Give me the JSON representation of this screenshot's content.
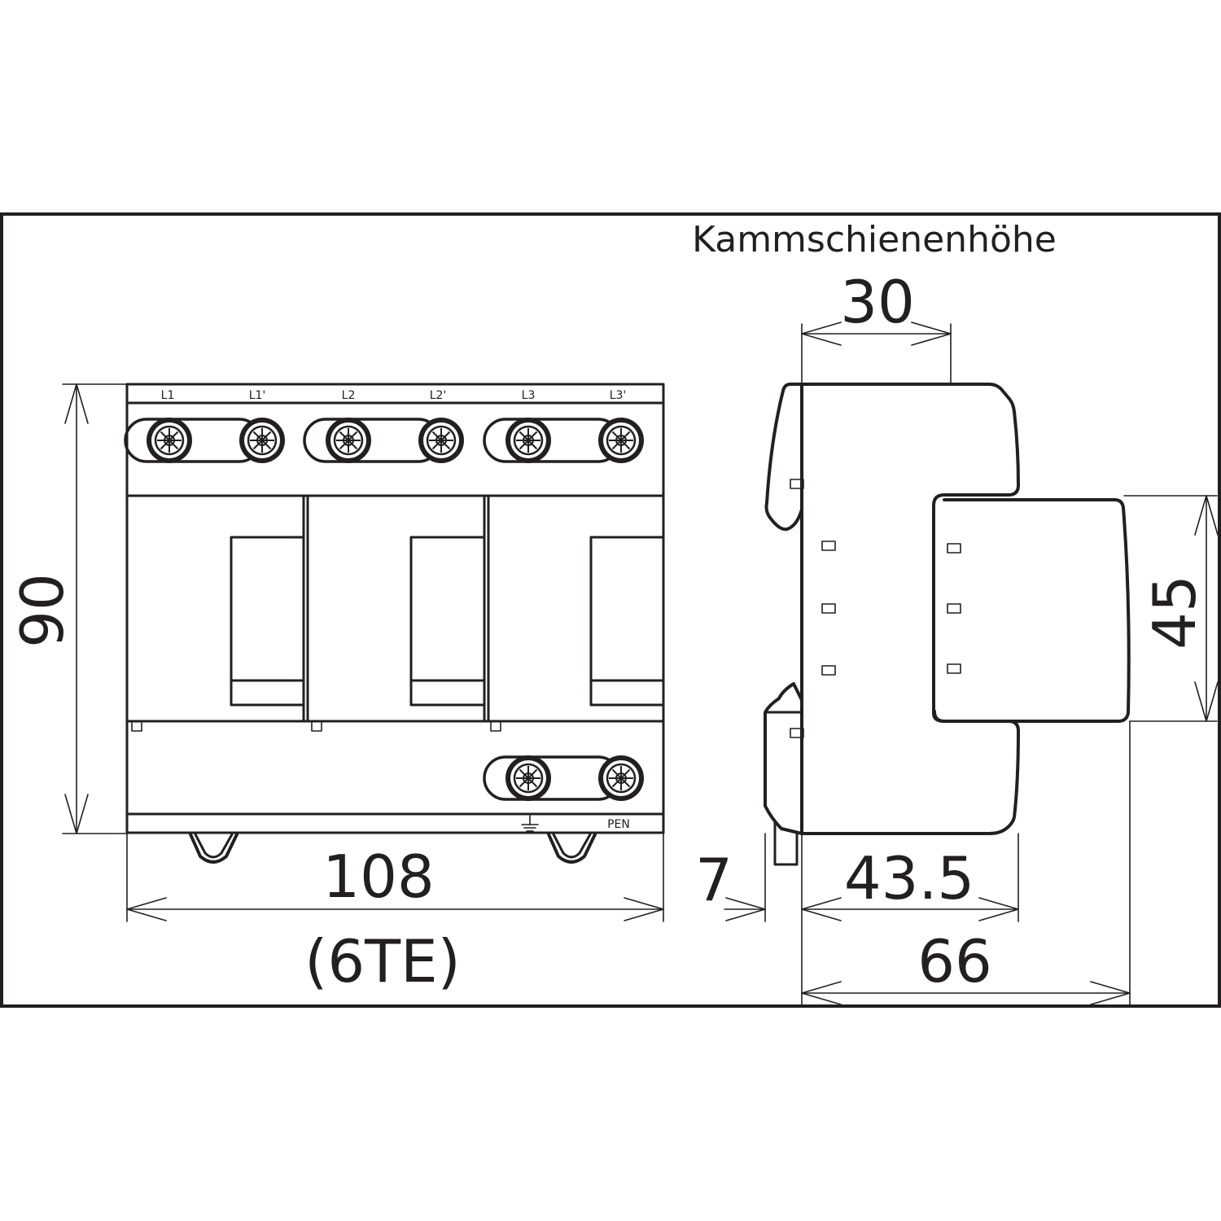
{
  "top_view": {
    "terminals_top": [
      "L1",
      "L1'",
      "L2",
      "L2'",
      "L3",
      "L3'"
    ],
    "ground_label": "PEN",
    "ground_symbol": "earth-ground-icon"
  },
  "dimensions": {
    "height": "90",
    "width": "108",
    "width_units": "(6TE)",
    "busbar_title": "Kammschienenhöhe",
    "busbar_height": "30",
    "front_height": "45",
    "rail_offset": "7",
    "rail_depth": "43.5",
    "total_depth": "66"
  },
  "colors": {
    "line": "#231f20",
    "background": "#ffffff"
  }
}
